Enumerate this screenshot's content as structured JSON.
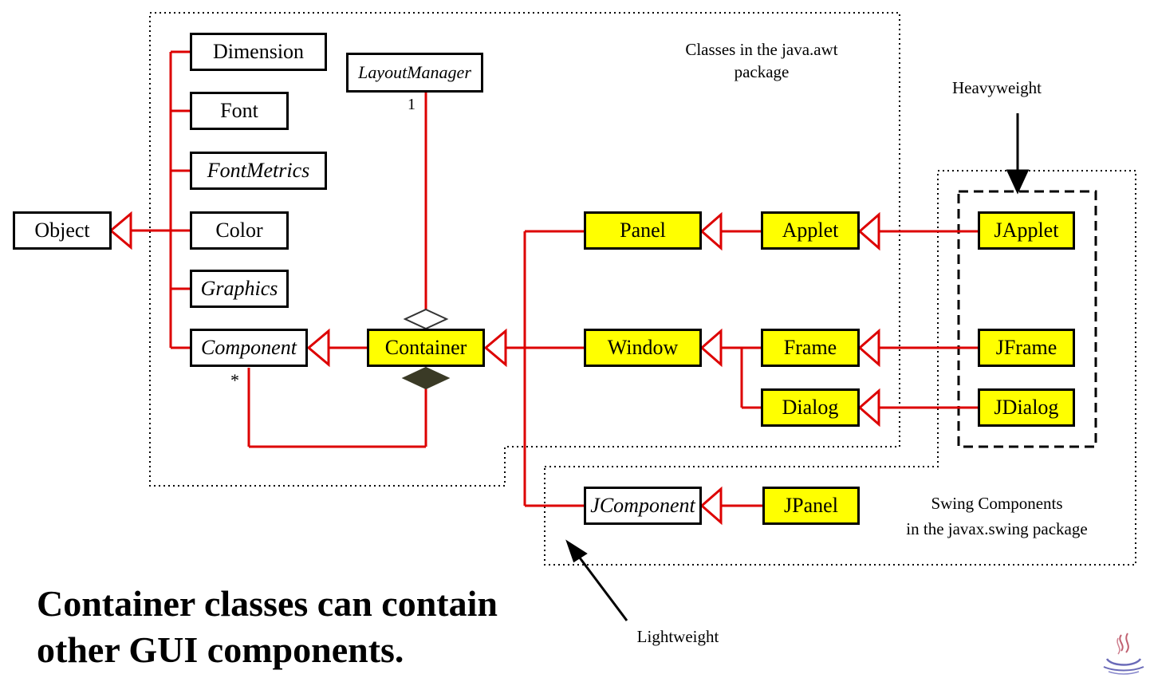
{
  "classes": {
    "object": "Object",
    "dimension": "Dimension",
    "font": "Font",
    "font_metrics": "FontMetrics",
    "color": "Color",
    "graphics": "Graphics",
    "component": "Component",
    "layout_manager": "LayoutManager",
    "container": "Container",
    "panel": "Panel",
    "applet": "Applet",
    "window": "Window",
    "frame": "Frame",
    "dialog": "Dialog",
    "japplet": "JApplet",
    "jframe": "JFrame",
    "jdialog": "JDialog",
    "jcomponent": "JComponent",
    "jpanel": "JPanel"
  },
  "multiplicity": {
    "layout_manager": "1",
    "component": "*"
  },
  "regions": {
    "awt_label_line1": "Classes in the java.awt",
    "awt_label_line2": "package",
    "swing_label_line1": "Swing Components",
    "swing_label_line2": "in the javax.swing package",
    "heavyweight": "Heavyweight",
    "lightweight": "Lightweight"
  },
  "caption": {
    "line1": "Container classes can contain",
    "line2": "other GUI components."
  },
  "colors": {
    "association_line": "#dd0000",
    "highlight_fill": "#ffff00",
    "outline": "#000000"
  },
  "icons": {
    "logo": "java-cup-logo-icon"
  }
}
